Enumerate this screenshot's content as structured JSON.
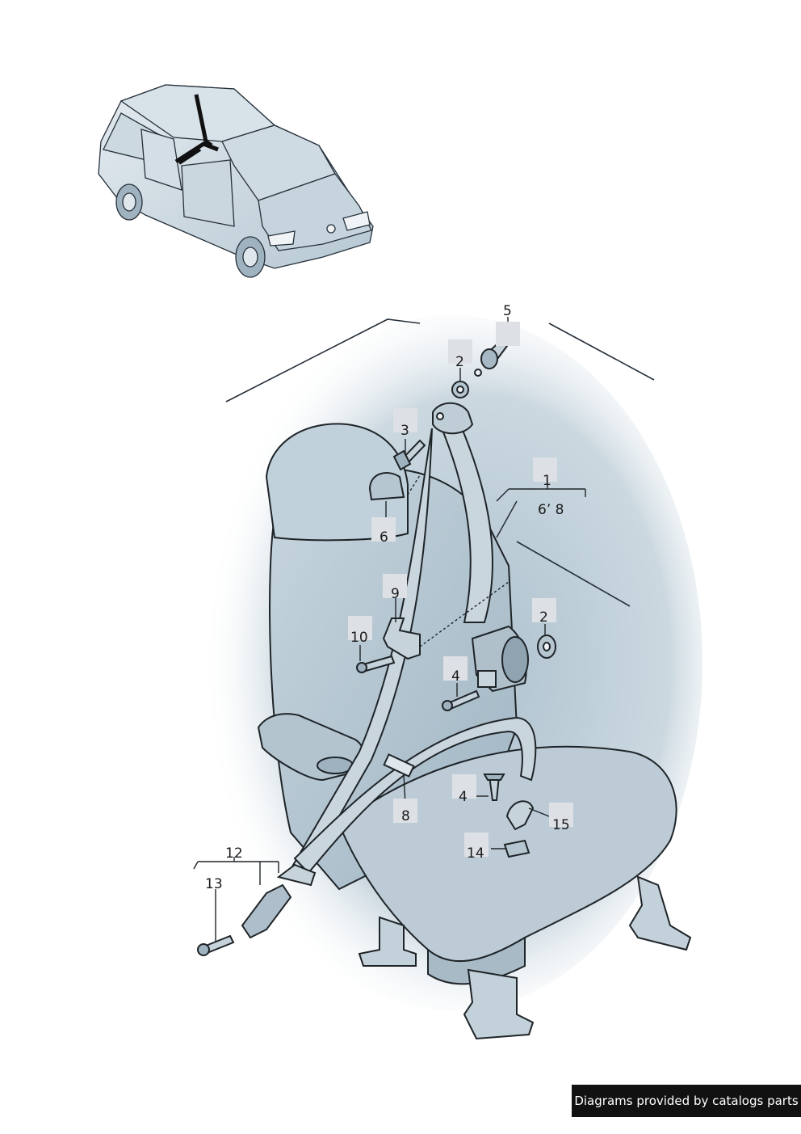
{
  "callouts": {
    "c1": "1",
    "c1_sub": "6’ 8",
    "c2_top": "2",
    "c2_right": "2",
    "c3": "3",
    "c4_retractor": "4",
    "c4_floor": "4",
    "c5": "5",
    "c6": "6",
    "c8": "8",
    "c9": "9",
    "c10": "10",
    "c12": "12",
    "c13": "13",
    "c14": "14",
    "c15": "15"
  },
  "footer": {
    "text": "Diagrams provided by catalogs parts"
  },
  "colors": {
    "seat_fill": "#b9cad6",
    "background_glow": "#c4d4de",
    "line": "#1e2428",
    "callout_box": "#dde1e5",
    "badge": "#111111"
  }
}
